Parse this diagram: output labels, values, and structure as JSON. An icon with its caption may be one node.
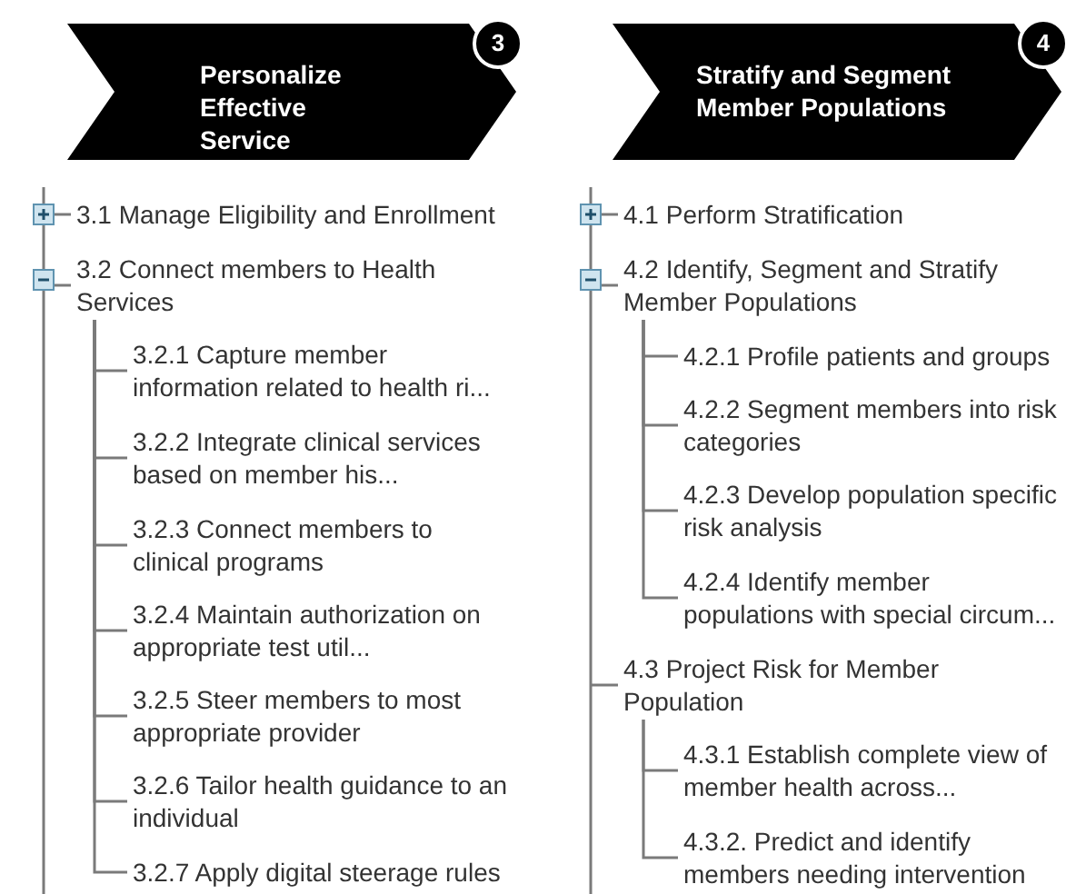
{
  "diagram": {
    "nodes": [
      {
        "text": [
          "Personalize Effective Service"
        ]
      },
      {
        "text": [
          "3"
        ]
      },
      {
        "text": [
          "Stratify and Segment Member Populations"
        ]
      },
      {
        "text": [
          "4"
        ]
      },
      {
        "text": [
          "3.1 Manage Eligibility and Enrollment"
        ]
      },
      {
        "text": [
          "3.2 Connect members to Health Services"
        ]
      },
      {
        "text": [
          "3.2.1 Capture member information related to health ri..."
        ]
      },
      {
        "text": [
          "3.2.2 Integrate clinical services based on member his..."
        ]
      },
      {
        "text": [
          "3.2.3 Connect members to clinical programs"
        ]
      },
      {
        "text": [
          "3.2.4 Maintain authorization on appropriate test util..."
        ]
      },
      {
        "text": [
          "3.2.5 Steer members to most appropriate provider"
        ]
      },
      {
        "text": [
          "3.2.6 Tailor health guidance to an individual"
        ]
      },
      {
        "text": [
          "3.2.7 Apply digital steerage rules"
        ]
      },
      {
        "text": [
          "4.1 Perform Stratification"
        ]
      },
      {
        "text": [
          "4.2 Identify, Segment and Stratify Member Populations"
        ]
      },
      {
        "text": [
          "4.2.1 Profile patients and groups"
        ]
      },
      {
        "text": [
          "4.2.2 Segment members into risk categories"
        ]
      },
      {
        "text": [
          "4.2.3 Develop population specific risk analysis"
        ]
      },
      {
        "text": [
          "4.2.4 Identify member populations with special circum..."
        ]
      },
      {
        "text": [
          "4.3 Project Risk for Member Population"
        ]
      },
      {
        "text": [
          "4.3.1 Establish complete view of member health across..."
        ]
      },
      {
        "text": [
          "4.3.2. Predict and identify members needing intervention"
        ]
      }
    ],
    "edges": [
      {
        "from": null,
        "to": 4,
        "arrow": "none"
      },
      {
        "from": null,
        "to": 5,
        "arrow": "none"
      },
      {
        "from": 5,
        "to": 6,
        "arrow": "none"
      },
      {
        "from": 5,
        "to": 7,
        "arrow": "none"
      },
      {
        "from": 5,
        "to": 8,
        "arrow": "none"
      },
      {
        "from": 5,
        "to": 9,
        "arrow": "none"
      },
      {
        "from": 5,
        "to": 10,
        "arrow": "none"
      },
      {
        "from": 5,
        "to": 11,
        "arrow": "none"
      },
      {
        "from": 5,
        "to": 12,
        "arrow": "none"
      },
      {
        "from": null,
        "to": 13,
        "arrow": "none"
      },
      {
        "from": null,
        "to": 14,
        "arrow": "none"
      },
      {
        "from": 14,
        "to": 15,
        "arrow": "none"
      },
      {
        "from": 14,
        "to": 16,
        "arrow": "none"
      },
      {
        "from": 14,
        "to": 17,
        "arrow": "none"
      },
      {
        "from": 14,
        "to": 18,
        "arrow": "none"
      },
      {
        "from": null,
        "to": 19,
        "arrow": "none"
      },
      {
        "from": 19,
        "to": 20,
        "arrow": "none"
      },
      {
        "from": 19,
        "to": 21,
        "arrow": "none"
      }
    ]
  }
}
